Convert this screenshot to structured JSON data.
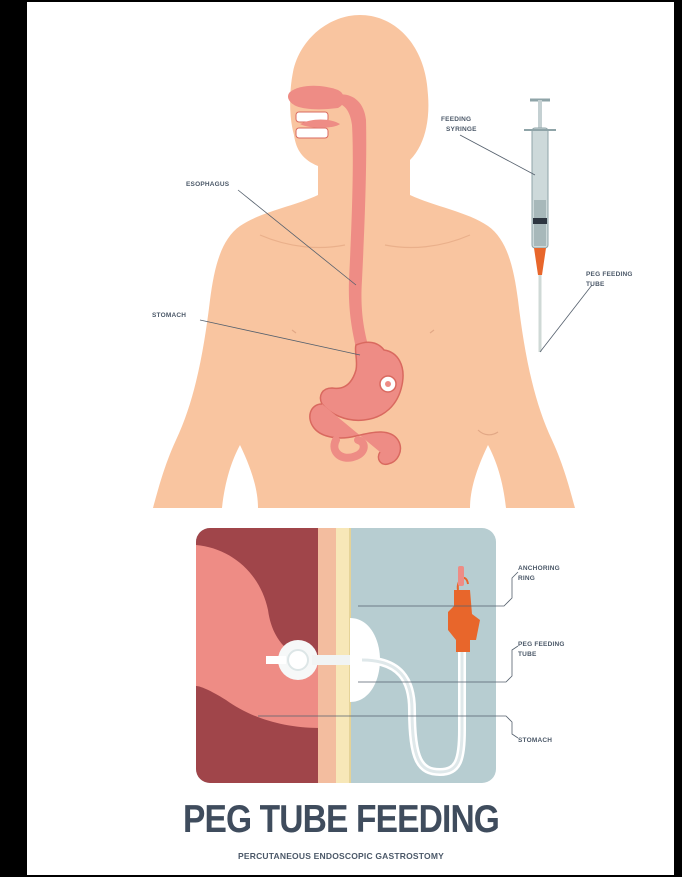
{
  "title": "PEG TUBE FEEDING",
  "subtitle": "PERCUTANEOUS ENDOSCOPIC GASTROSTOMY",
  "labels": {
    "syringe": [
      "FEEDING",
      "SYRINGE"
    ],
    "esophagus": "ESOPHAGUS",
    "stomach": "STOMACH",
    "peg_tube_top": [
      "PEG FEEDING",
      "TUBE"
    ],
    "anchoring_ring": [
      "ANCHORING",
      "RING"
    ],
    "peg_tube_inset": [
      "PEG FEEDING",
      "TUBE"
    ],
    "stomach_inset": "STOMACH"
  },
  "colors": {
    "skin": "#f9c5a0",
    "organ": "#ee8c85",
    "organ_dark": "#d9695f",
    "inset_dark": "#a0454a",
    "inset_bg": "#b7cdd1",
    "tube_orange": "#e8662b",
    "title_text": "#3f4c5d"
  }
}
